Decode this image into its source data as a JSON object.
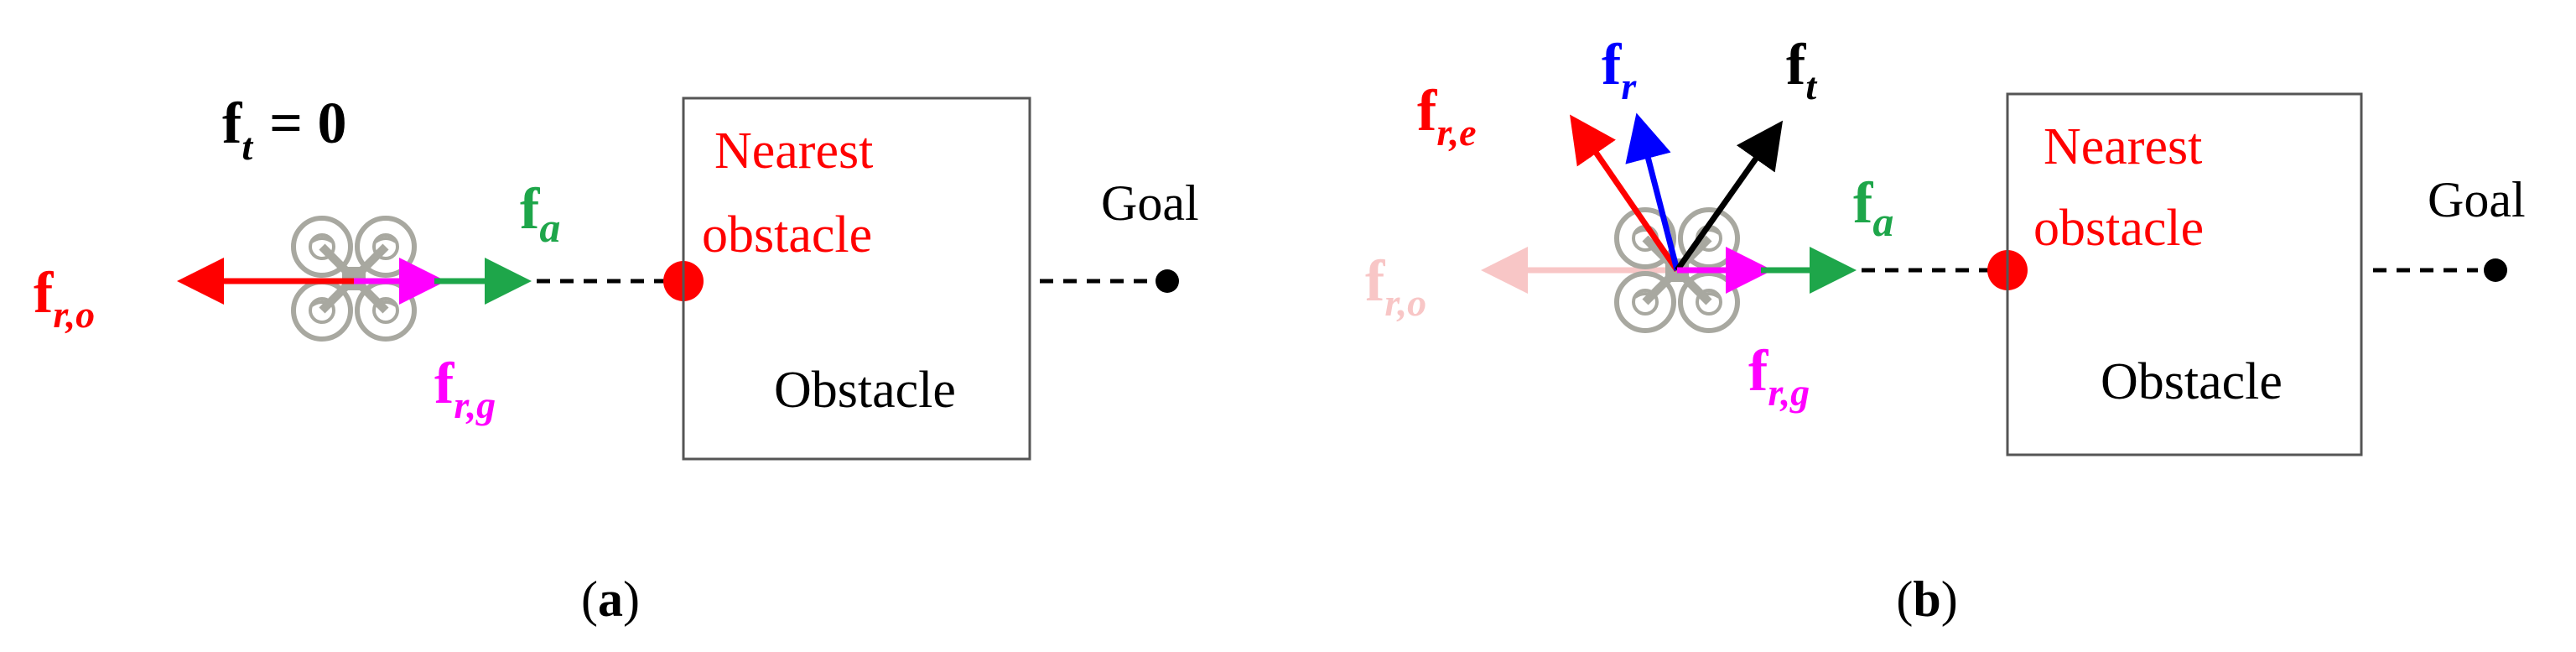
{
  "colors": {
    "red": "#ff0000",
    "green": "#1ea64a",
    "magenta": "#ff00ff",
    "blue": "#0000ff",
    "black": "#000000",
    "faded_red": "#f8c6c6",
    "drone_gray": "#a8a8a0"
  },
  "panel_a": {
    "ft_main": "f",
    "ft_sub": "t",
    "ft_eq": "= 0",
    "fa_main": "f",
    "fa_sub": "a",
    "fro_main": "f",
    "fro_sub": "r,o",
    "frg_main": "f",
    "frg_sub": "r,g",
    "nearest_line1": "Nearest",
    "nearest_line2": "obstacle",
    "obstacle": "Obstacle",
    "goal": "Goal",
    "caption_open": "(",
    "caption_letter": "a",
    "caption_close": ")"
  },
  "panel_b": {
    "fre_main": "f",
    "fre_sub": "r,e",
    "fr_main": "f",
    "fr_sub": "r",
    "ft_main": "f",
    "ft_sub": "t",
    "fa_main": "f",
    "fa_sub": "a",
    "fro_main": "f",
    "fro_sub": "r,o",
    "frg_main": "f",
    "frg_sub": "r,g",
    "nearest_line1": "Nearest",
    "nearest_line2": "obstacle",
    "obstacle": "Obstacle",
    "goal": "Goal",
    "caption_open": "(",
    "caption_letter": "b",
    "caption_close": ")"
  }
}
